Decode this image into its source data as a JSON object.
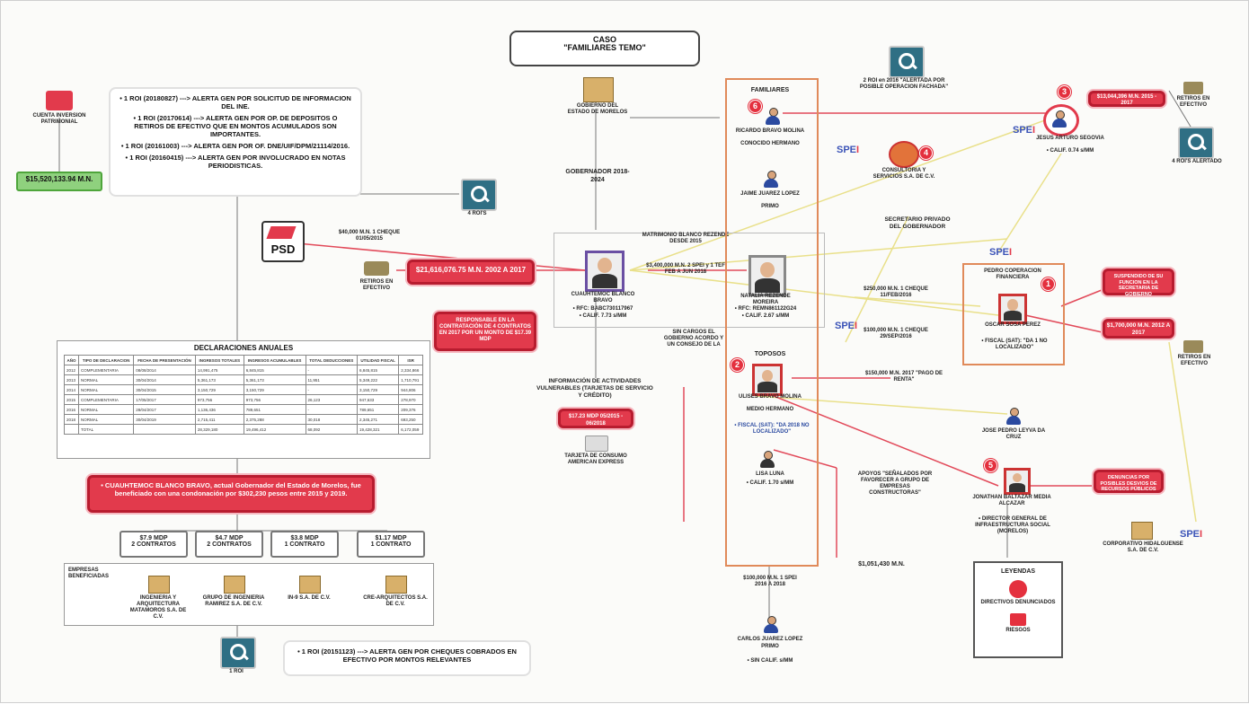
{
  "title": {
    "line1": "CASO",
    "line2": "\"FAMILIARES TEMO\""
  },
  "left_notes": {
    "line1": "• 1 ROI (20180827) ---> ALERTA GEN POR SOLICITUD DE INFORMACION DEL INE.",
    "line2": "• 1 ROI (20170614) ---> ALERTA GEN POR OP. DE DEPOSITOS O RETIROS DE EFECTIVO QUE EN MONTOS ACUMULADOS SON IMPORTANTES.",
    "line3": "• 1 ROI (20161003) ---> ALERTA GEN POR OF. DNE/UIF/DPM/21114/2016.",
    "line4": "• 1 ROI (20160415) ---> ALERTA GEN POR INVOLUCRADO EN NOTAS PERIODISTICAS."
  },
  "account": {
    "label": "CUENTA INVERSION PATRIMONIAL",
    "amount": "$15,520,133.94 M.N."
  },
  "roi_badge": "4 ROI'S",
  "psd": {
    "logo": "PSD",
    "label": "$40,000 M.N. 1 CHEQUE 01/05/2015"
  },
  "cash_withdrawals": {
    "amount": "$21,616,076.75 M.N. 2002 A 2017",
    "label": "RETIROS EN EFECTIVO"
  },
  "governor": {
    "label_top": "GOBERNADOR 2018-2024",
    "name": "CUAUHTEMOC BLANCO BRAVO",
    "rfc": "• RFC: BABC730117967",
    "calif": "• CALIF. 7.73 s/MM"
  },
  "responsable_box": "RESPONSABLE EN LA CONTRATACIÓN DE 4 CONTRATOS EN 2017 POR UN MONTO DE $17.39 MDP",
  "marriage": {
    "label": "MATRIMONIO BLANCO REZENDE DESDE 2015",
    "amount": "$3,400,000 M.N. 2 SPEI y 1 TEF FEB A JUN 2018"
  },
  "natalia": {
    "name": "NATALIA REZENDE MOREIRA",
    "rfc": "• RFC: REMN861122G24",
    "calif": "• CALIF. 2.67 s/MM"
  },
  "state_gov": {
    "label": "GOBIERNO DEL ESTADO DE MORELOS"
  },
  "familiares": {
    "title": "FAMILIARES",
    "person1": "RICARDO BRAVO MOLINA",
    "person1_note": "CONOCIDO HERMANO",
    "person2": "JAIME JUAREZ LOPEZ",
    "person2_note": "PRIMO"
  },
  "topos": {
    "title": "TOPOSOS",
    "person": "ULISES BRAVO MOLINA",
    "role": "MEDIO HERMANO",
    "fiscal": "• FISCAL (SAT): \"DA 2018 NO LOCALIZADO\""
  },
  "medio_agrava": "SIN CARGOS EL GOBIERNO ACORDO Y UN CONSEJO DE LA",
  "actividades": {
    "title": "INFORMACIÓN DE ACTIVIDADES VULNERABLES (TARJETAS DE SERVICIO Y CRÉDITO)",
    "amount": "$17.23 MDP 05/2015 - 06/2018"
  },
  "tarjeta": "TARJETA DE CONSUMO AMERICAN EXPRESS",
  "lisa": {
    "name": "LISA LUNA",
    "calif": "• CALIF. 1.70 s/MM"
  },
  "diego": {
    "name": "CARLOS JUAREZ LOPEZ",
    "role": "PRIMO",
    "calif": "• SIN CALIF. s/MM"
  },
  "alert_top": {
    "label": "2 ROI en 2016 \"ALERTADA POR POSIBLE OPERACION FACHADA\""
  },
  "spei_marker4": "CONSULTORIA Y SERVICIOS S.A. DE C.V.",
  "jesus": {
    "marker": "3",
    "name": "JESUS ARTURO SEGOVIA",
    "amount": "$13,044,396 M.N. 2015 - 2017",
    "calif": "• CALIF. 0.74 s/MM"
  },
  "retiros_right": "RETIROS EN EFECTIVO",
  "roi_right": "4 ROI'S ALERTADO",
  "secretario": {
    "label": "SECRETARIO PRIVADO DEL GOBERNADOR"
  },
  "cheque_mid": "$250,000 M.N. 1 CHEQUE 11/FEB/2016",
  "cheque_mid2": "$100,000 M.N. 1 CHEQUE 29/SEP/2016",
  "pedro": {
    "name": "PEDRO COPERACION FINANCIERA",
    "person": "OSCAR SOSA PEREZ",
    "fiscal": "• FISCAL (SAT): \"DA 1 NO LOCALIZADO\""
  },
  "suspendido": "SUSPENDIDO DE SU FUNCION EN LA SECRETARIA DE GOBIERNO",
  "red_amount": "$1,700,000 M.N. 2012 A 2017",
  "retiros_pedro": "RETIROS EN EFECTIVO",
  "pago_renta": "$150,000 M.N. 2017 \"PAGO DE RENTA\"",
  "jose_pedro": "JOSE PEDRO LEYVA DA CRUZ",
  "apoyos": "APOYOS \"SEÑALADOS POR FAVORECER A GRUPO DE EMPRESAS CONSTRUCTORAS\"",
  "jonathan": {
    "marker": "5",
    "name": "JONATHAN BALTAZAR MEDIA ALCAZAR",
    "role": "• DIRECTOR GENERAL DE INFRAESTRUCTURA SOCIAL (MORELOS)"
  },
  "denuncias": "DENUNCIAS POR POSIBLES DESVIOS DE RECURSOS PÚBLICOS",
  "company_right": "CORPORATIVO HIDALGUENSE S.A. DE C.V.",
  "cheque_bottom": "$1,051,430 M.N.",
  "spei_bottom": "$100,000 M.N. 1 SPEI 2016 A 2018",
  "legend": {
    "title": "LEYENDAS",
    "item1": "DIRECTIVOS DENUNCIADOS",
    "item2": "RIESGOS"
  },
  "declaraciones": {
    "title": "DECLARACIONES ANUALES",
    "headers": [
      "AÑO",
      "TIPO DE DECLARACION",
      "FECHA DE PRESENTACIÓN",
      "INGRESOS TOTALES",
      "INGRESOS ACUMULABLES",
      "TOTAL DEDUCCIONES",
      "UTILIDAD FISCAL",
      "ISR"
    ],
    "rows": [
      [
        "2012",
        "COMPLEMENTARIA",
        "08/08/2014",
        "14,991,475",
        "6,845,815",
        "-",
        "6,845,815",
        "2,334,866"
      ],
      [
        "2013",
        "NORMAL",
        "30/04/2014",
        "5,361,173",
        "5,361,173",
        "11,951",
        "5,349,222",
        "1,710,791"
      ],
      [
        "2014",
        "NORMAL",
        "30/04/2015",
        "3,150,729",
        "3,150,729",
        "-",
        "3,150,729",
        "944,806"
      ],
      [
        "2015",
        "COMPLEMENTARIA",
        "17/05/2017",
        "973,756",
        "973,756",
        "26,123",
        "947,633",
        "278,970"
      ],
      [
        "2016",
        "NORMAL",
        "28/04/2017",
        "1,136,436",
        "789,651",
        "-",
        "789,651",
        "209,376"
      ],
      [
        "2018",
        "NORMAL",
        "30/04/2019",
        "2,715,411",
        "2,375,288",
        "30,018",
        "2,345,271",
        "693,250"
      ],
      [
        "",
        "TOTAL",
        "",
        "28,329,180",
        "19,496,412",
        "68,092",
        "19,428,321",
        "6,172,059"
      ]
    ]
  },
  "beneficiado": "• CUAUHTEMOC BLANCO BRAVO, actual Gobernador del Estado de Morelos, fue beneficiado con una condonación por $302,230 pesos entre 2015 y 2019.",
  "contracts": [
    {
      "amount": "$7.9 MDP",
      "count": "2 CONTRATOS"
    },
    {
      "amount": "$4.7 MDP",
      "count": "2 CONTRATOS"
    },
    {
      "amount": "$3.8 MDP",
      "count": "1 CONTRATO"
    },
    {
      "amount": "$1.17 MDP",
      "count": "1 CONTRATO"
    }
  ],
  "empresas": {
    "title": "EMPRESAS BENEFICIADAS"
  },
  "companies": [
    "INGENIERIA Y ARQUITECTURA MATAMOROS S.A. DE C.V.",
    "GRUPO DE INGENIERIA RAMIREZ S.A. DE C.V.",
    "IN-9 S.A. DE C.V.",
    "CRE-ARQUITECTOS S.A. DE C.V."
  ],
  "bottom_roi": {
    "label": "1 ROI",
    "text": "• 1 ROI (20151123) ---> ALERTA GEN POR CHEQUES COBRADOS EN EFECTIVO POR MONTOS RELEVANTES"
  },
  "markers": {
    "m1": "1",
    "m2": "2",
    "m4": "4",
    "m6": "6"
  },
  "spe_text": "SPE",
  "colors": {
    "accent_red": "#e23a4c",
    "line_red": "#e24a5a",
    "line_yellow": "#e9e08a",
    "frame_orange": "#e08a5a",
    "green": "#8fd17e"
  }
}
